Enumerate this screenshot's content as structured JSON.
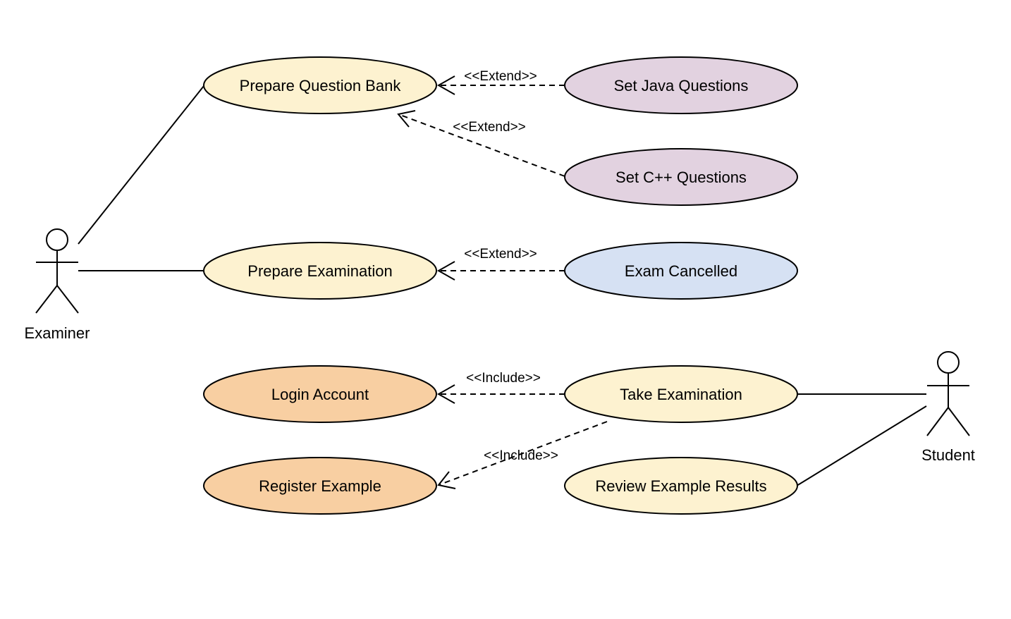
{
  "colors": {
    "main": "#fdf2d0",
    "java_cpp": "#e2d2e0",
    "cancelled": "#d6e1f3",
    "account": "#f8cfa2"
  },
  "actors": {
    "examiner": "Examiner",
    "student": "Student"
  },
  "use_cases": {
    "prepare_question_bank": "Prepare Question Bank",
    "set_java_questions": "Set Java Questions",
    "set_cpp_questions": "Set C++ Questions",
    "prepare_examination": "Prepare Examination",
    "exam_cancelled": "Exam Cancelled",
    "login_account": "Login Account",
    "take_examination": "Take Examination",
    "register_example": "Register Example",
    "review_example_results": "Review Example Results"
  },
  "relations": {
    "java_extend": "<<Extend>>",
    "cpp_extend": "<<Extend>>",
    "cancel_extend": "<<Extend>>",
    "login_include": "<<Include>>",
    "register_include": "<<Include>>"
  }
}
